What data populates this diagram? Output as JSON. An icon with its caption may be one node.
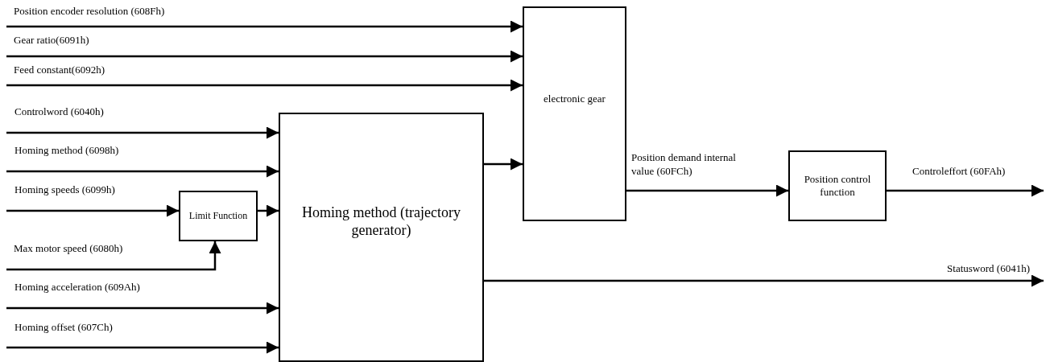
{
  "diagram": {
    "nodes": [
      {
        "text": [
          "electronic gear"
        ]
      },
      {
        "text": [
          "Homing method (trajectory generator)"
        ]
      },
      {
        "text": [
          "Limit Function"
        ]
      },
      {
        "text": [
          "Position control function"
        ]
      }
    ],
    "edges": [
      {
        "from": null,
        "to": 0,
        "arrow": "to",
        "label": "Position encoder resolution (608Fh)"
      },
      {
        "from": null,
        "to": 0,
        "arrow": "to",
        "label": "Gear ratio(6091h)"
      },
      {
        "from": null,
        "to": 0,
        "arrow": "to",
        "label": "Feed constant(6092h)"
      },
      {
        "from": null,
        "to": 1,
        "arrow": "to",
        "label": "Controlword (6040h)"
      },
      {
        "from": null,
        "to": 1,
        "arrow": "to",
        "label": "Homing method (6098h)"
      },
      {
        "from": null,
        "to": 2,
        "arrow": "to",
        "label": "Homing speeds (6099h)"
      },
      {
        "from": 2,
        "to": 1,
        "arrow": "to"
      },
      {
        "from": null,
        "to": 2,
        "arrow": "to",
        "label": "Max motor speed (6080h)"
      },
      {
        "from": null,
        "to": 1,
        "arrow": "to",
        "label": "Homing acceleration (609Ah)"
      },
      {
        "from": null,
        "to": 1,
        "arrow": "to",
        "label": "Homing offset (607Ch)"
      },
      {
        "from": 1,
        "to": 0,
        "arrow": "to"
      },
      {
        "from": 0,
        "to": 3,
        "arrow": "to",
        "label": "Position demand internal value (60FCh)"
      },
      {
        "from": 3,
        "to": null,
        "arrow": "to",
        "label": "Controleffort (60FAh)"
      },
      {
        "from": 1,
        "to": null,
        "arrow": "to",
        "label": "Statusword (6041h)"
      }
    ]
  }
}
